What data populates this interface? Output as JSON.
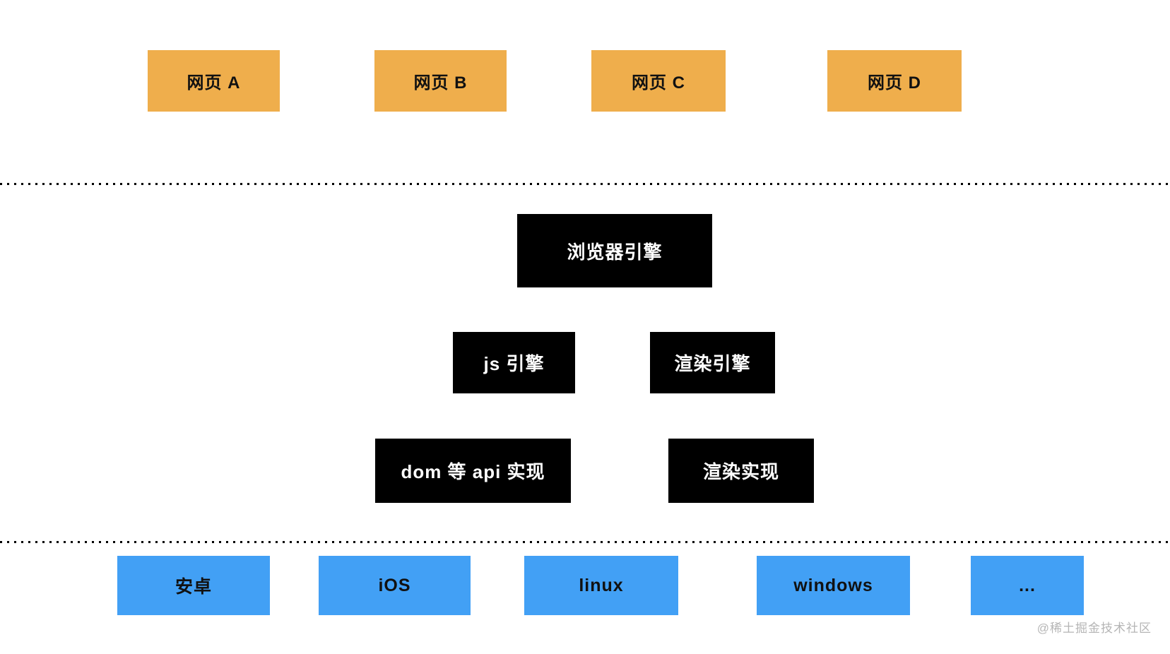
{
  "diagram": {
    "title_semantic": "browser-architecture-diagram",
    "colors": {
      "background": "#ffffff",
      "page_box": "#efae4c",
      "engine_box": "#000000",
      "engine_text": "#ffffff",
      "os_box": "#42a0f5",
      "box_text": "#111111",
      "divider": "#000000",
      "watermark": "#b5b5b5"
    },
    "pages_row": {
      "items": [
        {
          "label": "网页 A"
        },
        {
          "label": "网页 B"
        },
        {
          "label": "网页 C"
        },
        {
          "label": "网页 D"
        }
      ]
    },
    "browser_engine": {
      "label": "浏览器引擎"
    },
    "engines_row": {
      "items": [
        {
          "label": "js 引擎"
        },
        {
          "label": "渲染引擎"
        }
      ]
    },
    "impl_row": {
      "items": [
        {
          "label": "dom 等 api 实现"
        },
        {
          "label": "渲染实现"
        }
      ]
    },
    "os_row": {
      "items": [
        {
          "label": "安卓"
        },
        {
          "label": "iOS"
        },
        {
          "label": "linux"
        },
        {
          "label": "windows"
        },
        {
          "label": "..."
        }
      ]
    },
    "watermark": {
      "text": "@稀土掘金技术社区"
    }
  }
}
